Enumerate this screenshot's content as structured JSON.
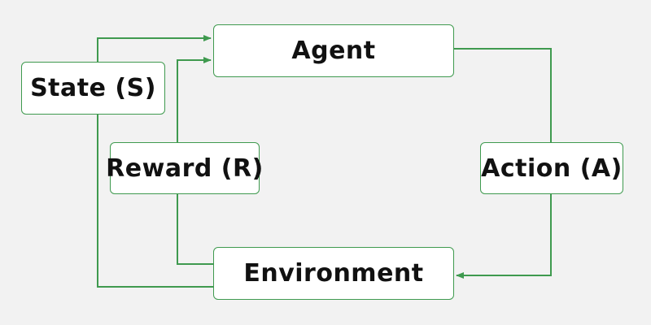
{
  "colors": {
    "background": "#f2f2f2",
    "box_fill": "#ffffff",
    "box_border": "#3f9a4f",
    "connector": "#3f9a4f",
    "text": "#111111"
  },
  "nodes": {
    "agent": "Agent",
    "state": "State (S)",
    "reward": "Reward (R)",
    "action": "Action (A)",
    "environment": "Environment"
  },
  "edges": [
    {
      "from": "agent",
      "to": "action"
    },
    {
      "from": "action",
      "to": "environment"
    },
    {
      "from": "environment",
      "to": "state"
    },
    {
      "from": "state",
      "to": "agent"
    },
    {
      "from": "environment",
      "to": "reward"
    },
    {
      "from": "reward",
      "to": "agent"
    }
  ]
}
